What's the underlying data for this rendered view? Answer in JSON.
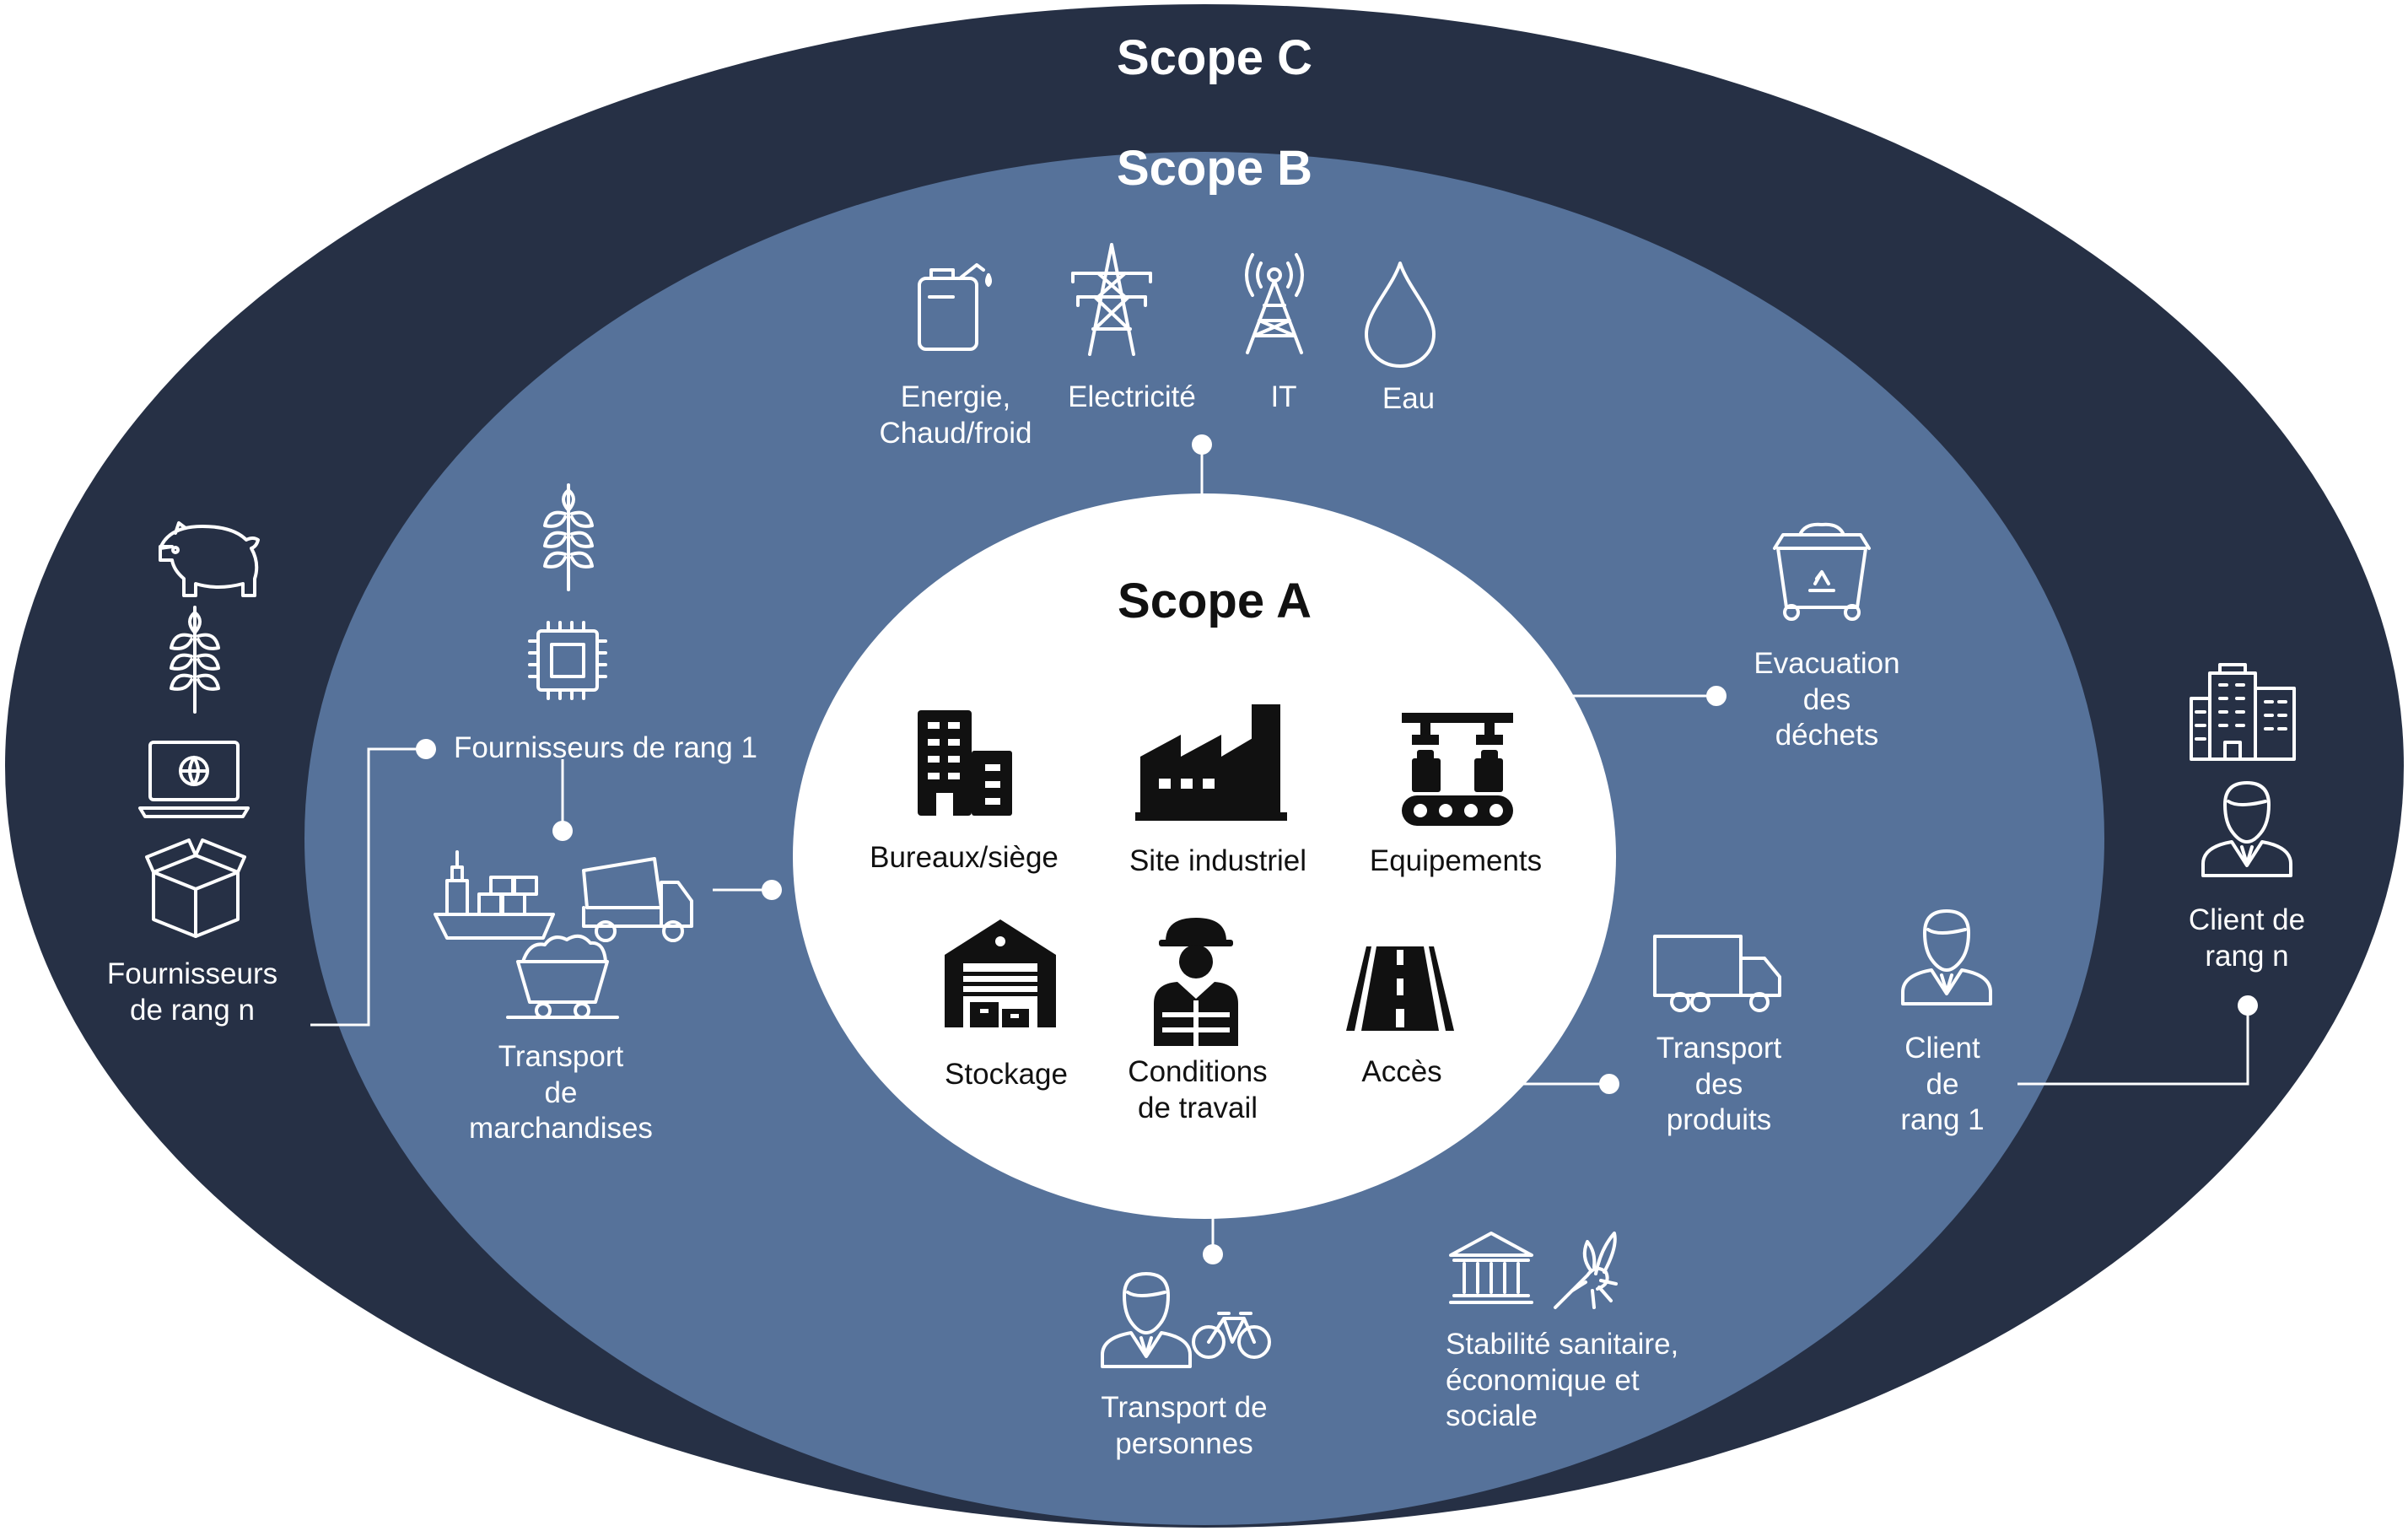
{
  "colors": {
    "scope_c": "#263045",
    "scope_b": "#56729a",
    "scope_a": "#ffffff",
    "connector": "#ffffff",
    "icon_light": "#ffffff",
    "icon_dark": "#111111"
  },
  "scope_c": {
    "title": "Scope C"
  },
  "scope_b": {
    "title": "Scope B"
  },
  "scope_a": {
    "title": "Scope A"
  },
  "utilities": [
    {
      "icon": "jerrycan-icon",
      "label": [
        "Energie,",
        "Chaud/froid"
      ]
    },
    {
      "icon": "pylon-icon",
      "label": [
        "Electricité"
      ]
    },
    {
      "icon": "antenna-icon",
      "label": [
        "IT"
      ]
    },
    {
      "icon": "water-drop-icon",
      "label": [
        "Eau"
      ]
    }
  ],
  "scope_a_items": [
    {
      "icon": "office-building-icon",
      "label": [
        "Bureaux/siège"
      ]
    },
    {
      "icon": "factory-icon",
      "label": [
        "Site industriel"
      ]
    },
    {
      "icon": "assembly-line-icon",
      "label": [
        "Equipements"
      ]
    },
    {
      "icon": "warehouse-icon",
      "label": [
        "Stockage"
      ]
    },
    {
      "icon": "worker-icon",
      "label": [
        "Conditions",
        "de travail"
      ]
    },
    {
      "icon": "road-icon",
      "label": [
        "Accès"
      ]
    }
  ],
  "suppliers_tier1": {
    "label": "Fournisseurs de rang 1",
    "icons": [
      "wheat-icon",
      "chip-icon"
    ]
  },
  "suppliers_tier_n": {
    "label": [
      "Fournisseurs",
      "de rang n"
    ],
    "icons": [
      "pig-icon",
      "wheat-icon",
      "laptop-icon",
      "box-icon"
    ]
  },
  "goods_transport": {
    "label": [
      "Transport",
      "de",
      "marchandises"
    ],
    "icons": [
      "cargo-ship-icon",
      "dump-truck-icon",
      "coal-wagon-icon"
    ]
  },
  "waste": {
    "label": [
      "Evacuation",
      "des",
      "déchets"
    ],
    "icon": "recycling-bin-icon"
  },
  "product_transport": {
    "label": [
      "Transport",
      "des",
      "produits"
    ],
    "icon": "truck-icon"
  },
  "client_tier1": {
    "label": [
      "Client",
      "de",
      "rang 1"
    ],
    "icon": "businessman-icon"
  },
  "client_tier_n": {
    "label": [
      "Client de",
      "rang n"
    ],
    "icons": [
      "city-buildings-icon",
      "businessman-icon"
    ]
  },
  "people_transport": {
    "label": [
      "Transport de",
      "personnes"
    ],
    "icons": [
      "businessman-icon",
      "bicycle-icon"
    ]
  },
  "stability": {
    "label": [
      "Stabilité sanitaire,",
      "économique et",
      "sociale"
    ],
    "icons": [
      "bank-icon",
      "mosquito-icon"
    ]
  }
}
